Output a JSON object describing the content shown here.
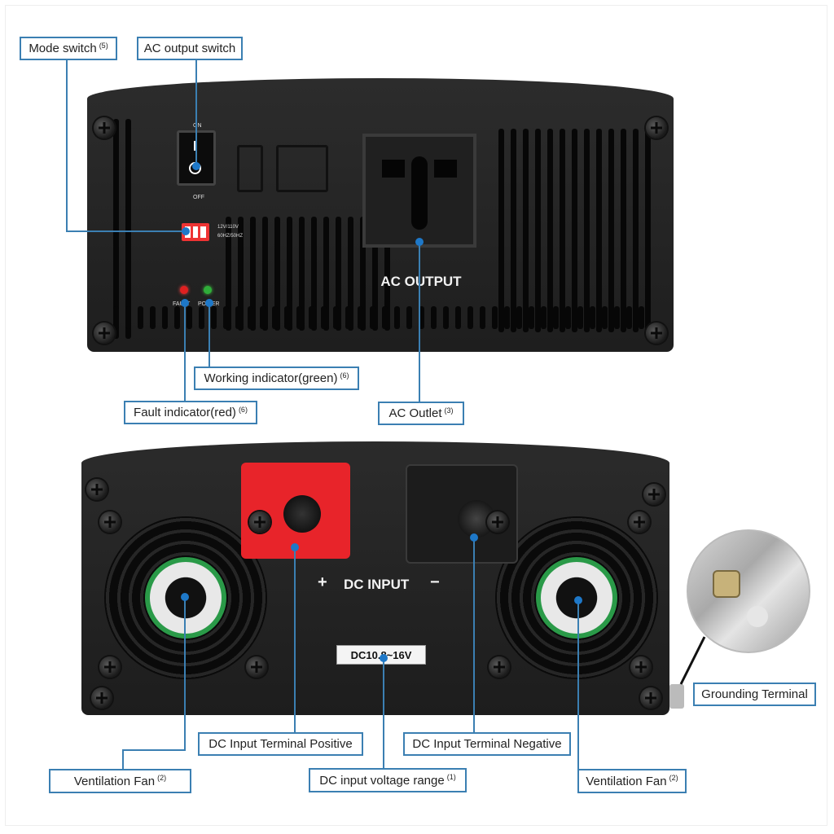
{
  "panel_top": {
    "switch_on_label": "ON",
    "switch_off_label": "OFF",
    "dip_text_1": "12V/110V",
    "dip_text_2": "60HZ/50HZ",
    "fault_led_label": "FAULT",
    "power_led_label": "POWER",
    "outlet_label": "AC OUTPUT"
  },
  "panel_bottom": {
    "dc_input_label": "DC INPUT",
    "plus_sign": "+",
    "minus_sign": "−",
    "voltage_plate": "DC10.8~16V"
  },
  "callouts": {
    "mode_switch": {
      "text": "Mode switch",
      "note": "(5)"
    },
    "ac_output_switch": {
      "text": "AC output switch",
      "note": ""
    },
    "working_indicator": {
      "text": "Working indicator(green)",
      "note": "(6)"
    },
    "fault_indicator": {
      "text": "Fault indicator(red)",
      "note": "(6)"
    },
    "ac_outlet": {
      "text": "AC Outlet",
      "note": "(3)"
    },
    "grounding_terminal": {
      "text": "Grounding Terminal",
      "note": ""
    },
    "dc_positive": {
      "text": "DC Input Terminal Positive",
      "note": ""
    },
    "dc_negative": {
      "text": "DC Input Terminal Negative",
      "note": ""
    },
    "ventilation_fan_left": {
      "text": "Ventilation Fan",
      "note": "(2)"
    },
    "dc_voltage_range": {
      "text": "DC input voltage range",
      "note": "(1)"
    },
    "ventilation_fan_right": {
      "text": "Ventilation Fan",
      "note": "(2)"
    }
  },
  "colors": {
    "callout_border": "#3b7fb2",
    "panel": "#2a2a2a",
    "positive_terminal": "#e8242a",
    "negative_terminal": "#1c1c1c",
    "fault_led": "#e02020",
    "power_led": "#2fae3a"
  }
}
